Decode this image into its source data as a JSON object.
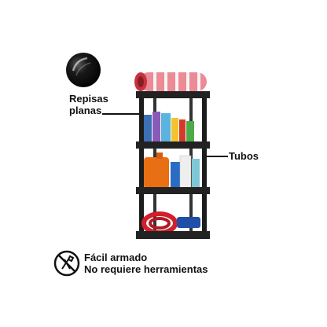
{
  "callouts": {
    "repisas_line1": "Repisas",
    "repisas_line2": "planas",
    "tubos": "Tubos"
  },
  "assembly": {
    "line1": "Fácil armado",
    "line2": "No requiere herramientas"
  },
  "icons": {
    "shelf_texture": "glossy-black-circle-icon",
    "no_tools": "no-tools-icon"
  },
  "colors": {
    "text": "#111111",
    "shelf": "#1c1c1c",
    "towel": "#e0606e",
    "hose": "#d21f2b",
    "jug": "#e96f14"
  }
}
